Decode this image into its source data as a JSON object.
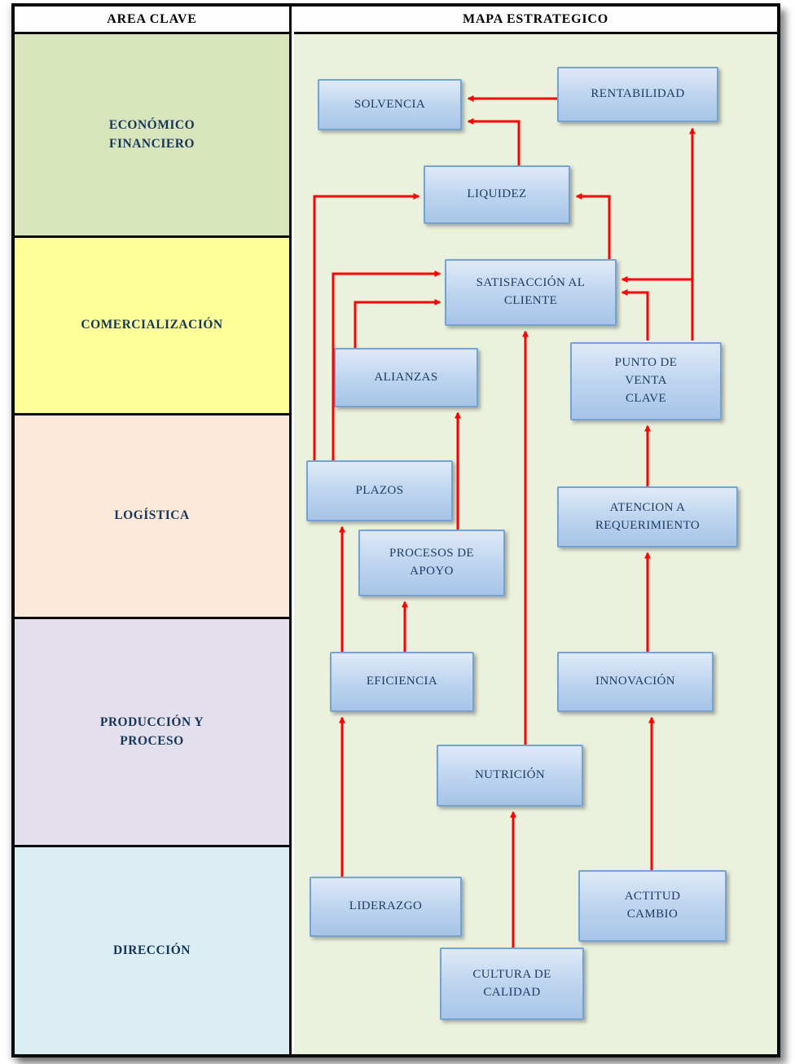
{
  "header": {
    "left": "AREA CLAVE",
    "right": "MAPA ESTRATEGICO"
  },
  "areas": [
    {
      "id": "economico",
      "label": "ECONÓMICO FINANCIERO",
      "color": "#d8e4bc"
    },
    {
      "id": "comercializacion",
      "label": "COMERCIALIZACIÓN",
      "color": "#ffff99"
    },
    {
      "id": "logistica",
      "label": "LOGÍSTICA",
      "color": "#fde9d9"
    },
    {
      "id": "produccion",
      "label": "PRODUCCIÓN Y PROCESO",
      "color": "#e4dfec"
    },
    {
      "id": "direccion",
      "label": "DIRECCIÓN",
      "color": "#daeef3"
    }
  ],
  "map": {
    "background": "#eaf1dc",
    "node_fill": "#bed5ef",
    "node_border": "#74a2d2",
    "arrow_color": "#ff0000",
    "nodes": {
      "solvencia": {
        "label": "SOLVENCIA"
      },
      "rentabilidad": {
        "label": "RENTABILIDAD"
      },
      "liquidez": {
        "label": "LIQUIDEZ"
      },
      "satisfaccion": {
        "label": "SATISFACCIÓN AL CLIENTE"
      },
      "alianzas": {
        "label": "ALIANZAS"
      },
      "punto_venta": {
        "label": "PUNTO DE VENTA CLAVE"
      },
      "plazos": {
        "label": "PLAZOS"
      },
      "atencion": {
        "label": "ATENCION A REQUERIMIENTO"
      },
      "procesos": {
        "label": "PROCESOS DE APOYO"
      },
      "eficiencia": {
        "label": "EFICIENCIA"
      },
      "innovacion": {
        "label": "INNOVACIÓN"
      },
      "nutricion": {
        "label": "NUTRICIÓN"
      },
      "liderazgo": {
        "label": "LIDERAZGO"
      },
      "actitud": {
        "label": "ACTITUD CAMBIO"
      },
      "cultura": {
        "label": "CULTURA DE CALIDAD"
      }
    },
    "edges": [
      {
        "from": "rentabilidad",
        "to": "solvencia"
      },
      {
        "from": "liquidez",
        "to": "solvencia"
      },
      {
        "from": "satisfaccion",
        "to": "liquidez"
      },
      {
        "from": "plazos",
        "to": "liquidez"
      },
      {
        "from": "plazos",
        "to": "satisfaccion"
      },
      {
        "from": "alianzas",
        "to": "satisfaccion"
      },
      {
        "from": "punto_venta",
        "to": "satisfaccion"
      },
      {
        "from": "punto_venta",
        "to": "rentabilidad"
      },
      {
        "from": "nutricion",
        "to": "satisfaccion"
      },
      {
        "from": "atencion",
        "to": "punto_venta"
      },
      {
        "from": "innovacion",
        "to": "atencion"
      },
      {
        "from": "actitud",
        "to": "innovacion"
      },
      {
        "from": "procesos",
        "to": "alianzas"
      },
      {
        "from": "eficiencia",
        "to": "plazos"
      },
      {
        "from": "eficiencia",
        "to": "procesos"
      },
      {
        "from": "liderazgo",
        "to": "eficiencia"
      },
      {
        "from": "cultura",
        "to": "nutricion"
      }
    ]
  }
}
